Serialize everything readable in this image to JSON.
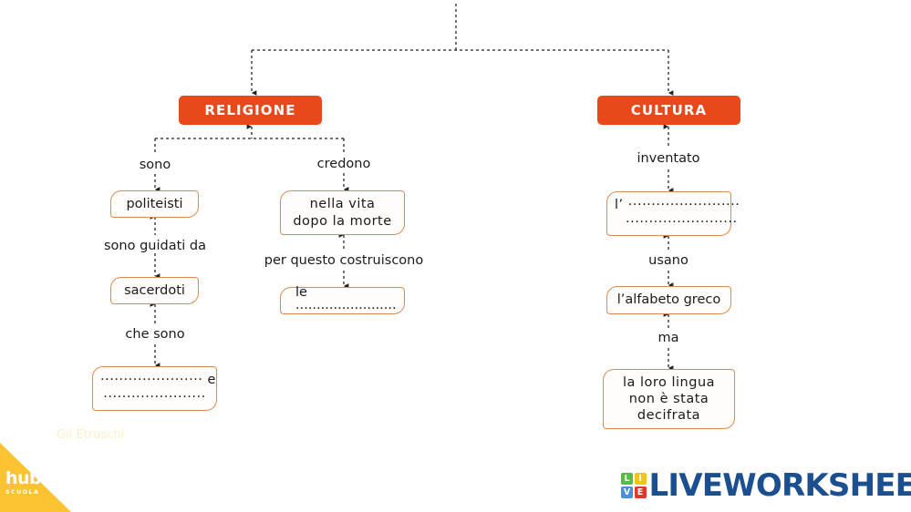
{
  "worksheet": {
    "title": "Gli Etruschi",
    "language": "it"
  },
  "diagram": {
    "type": "concept-map",
    "root": {
      "label": "",
      "note": "unlabeled root stem at top center"
    },
    "banners": [
      {
        "id": "religione",
        "label": "RELIGIONE",
        "color": "#E8491B",
        "text_color": "#FFFFFF"
      },
      {
        "id": "cultura",
        "label": "CULTURA",
        "color": "#E8491B",
        "text_color": "#FFFFFF"
      }
    ],
    "edge_labels": [
      {
        "id": "sono",
        "label": "sono"
      },
      {
        "id": "credono",
        "label": "credono"
      },
      {
        "id": "inventato",
        "label": "inventato"
      },
      {
        "id": "sono-guidati-da",
        "label": "sono guidati da"
      },
      {
        "id": "per-questo-costruiscono",
        "label": "per questo costruiscono"
      },
      {
        "id": "usano",
        "label": "usano"
      },
      {
        "id": "che-sono",
        "label": "che sono"
      },
      {
        "id": "ma",
        "label": "ma"
      }
    ],
    "nodes": [
      {
        "id": "politeisti",
        "lines": [
          "politeisti"
        ]
      },
      {
        "id": "nella-vita-dopo-la-morte",
        "lines": [
          "nella vita",
          "dopo la morte"
        ]
      },
      {
        "id": "l-apostrofo-blank",
        "lines": [
          "l’ ························",
          "························"
        ]
      },
      {
        "id": "sacerdoti",
        "lines": [
          "sacerdoti"
        ]
      },
      {
        "id": "le-blank",
        "lines": [
          "le ························"
        ]
      },
      {
        "id": "alfabeto-greco",
        "lines": [
          "l’alfabeto greco"
        ]
      },
      {
        "id": "blank-e-blank",
        "lines": [
          "······················  e",
          "······················"
        ]
      },
      {
        "id": "lingua-non-decifrata",
        "lines": [
          "la loro lingua",
          "non è stata",
          "decifrata"
        ]
      }
    ],
    "style": {
      "box_border": "#E08A50",
      "box_fill": "#FFFDFB",
      "connector": "#222222",
      "connector_style": "dashed"
    }
  },
  "branding": {
    "hub": {
      "word": "hub",
      "sub": "SCUOLA",
      "color": "#FBC231"
    },
    "liveworksheets": {
      "wordmark": "LIVEWORKSHEETS",
      "wordmark_color": "#1B4F8F",
      "tiles": [
        {
          "letter": "L",
          "color": "#5BBA47"
        },
        {
          "letter": "I",
          "color": "#F0C419"
        },
        {
          "letter": "V",
          "color": "#4A90D9"
        },
        {
          "letter": "E",
          "color": "#E0392B"
        }
      ]
    }
  }
}
